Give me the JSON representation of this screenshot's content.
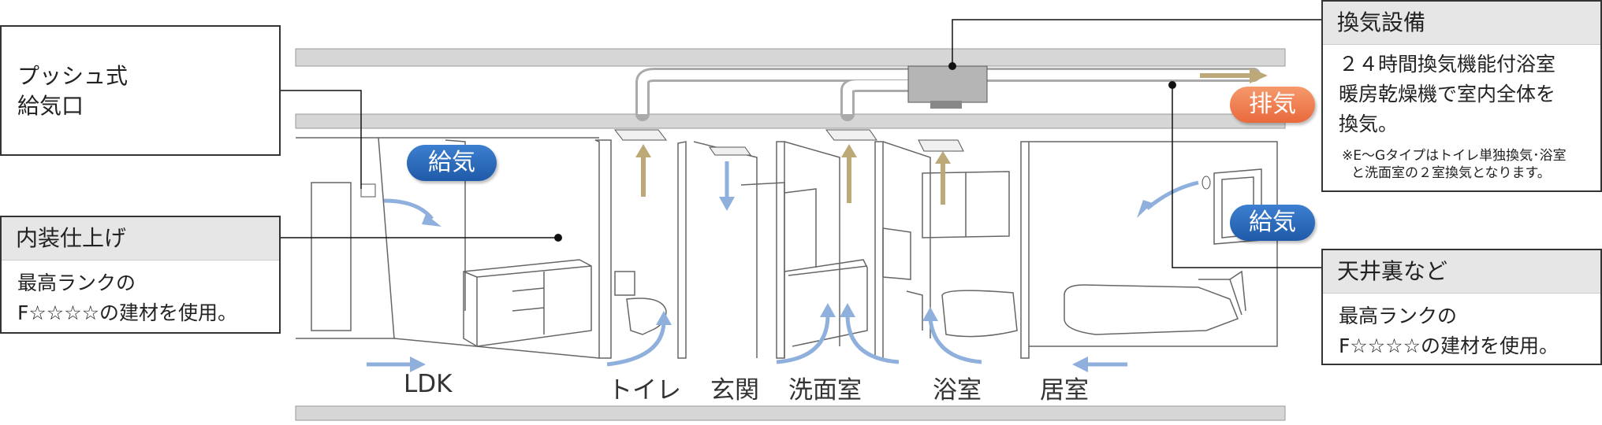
{
  "boxes": {
    "push_supply": {
      "line1": "プッシュ式",
      "line2": "給気口"
    },
    "interior": {
      "title": "内装仕上げ",
      "line1": "最高ランクの",
      "line2": "F☆☆☆☆の建材を使用。"
    },
    "ventilation": {
      "title": "換気設備",
      "line1": "２４時間換気機能付浴室",
      "line2": "暖房乾燥機で室内全体を",
      "line3": "換気。",
      "note1": "※E～Gタイプはトイレ単独換気･浴室",
      "note2": "と洗面室の２室換気となります。"
    },
    "ceiling": {
      "title": "天井裏など",
      "line1": "最高ランクの",
      "line2": "F☆☆☆☆の建材を使用。"
    }
  },
  "badges": {
    "supply_left": "給気",
    "supply_right": "給気",
    "exhaust": "排気"
  },
  "rooms": [
    "LDK",
    "トイレ",
    "玄関",
    "洗面室",
    "浴室",
    "居室"
  ],
  "colors": {
    "supply_blue": "#2a67b8",
    "exhaust_orange": "#ef7c4d",
    "airflow_blue": "#8fb0dc",
    "airflow_tan": "#b8a26a"
  }
}
